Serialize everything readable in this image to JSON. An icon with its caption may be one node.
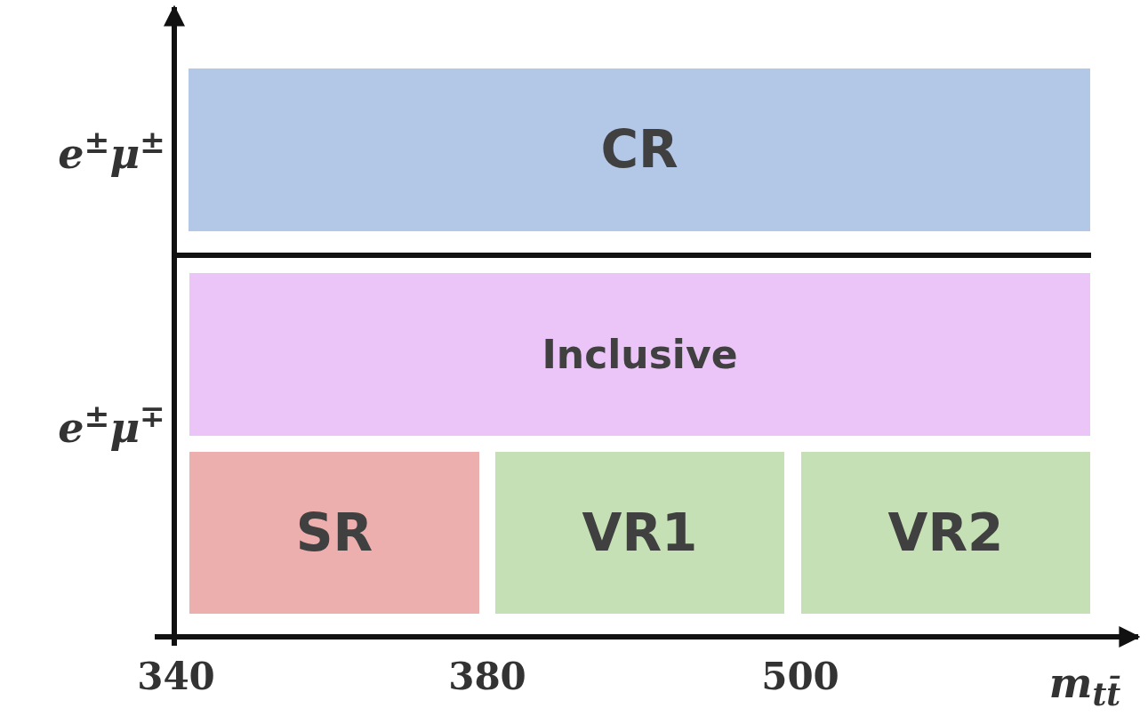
{
  "diagram": {
    "nodes": [
      {
        "text": [
          "CR"
        ]
      },
      {
        "text": [
          "Inclusive"
        ]
      },
      {
        "text": [
          "SR"
        ]
      },
      {
        "text": [
          "VR1"
        ]
      },
      {
        "text": [
          "VR2"
        ]
      }
    ],
    "edges": [],
    "labels": [
      "e$^{±}$μ$^{±}$",
      "e$^{±}$μ$^{∓}$",
      "340",
      "380",
      "500",
      "m$_{tt̄}$"
    ]
  }
}
